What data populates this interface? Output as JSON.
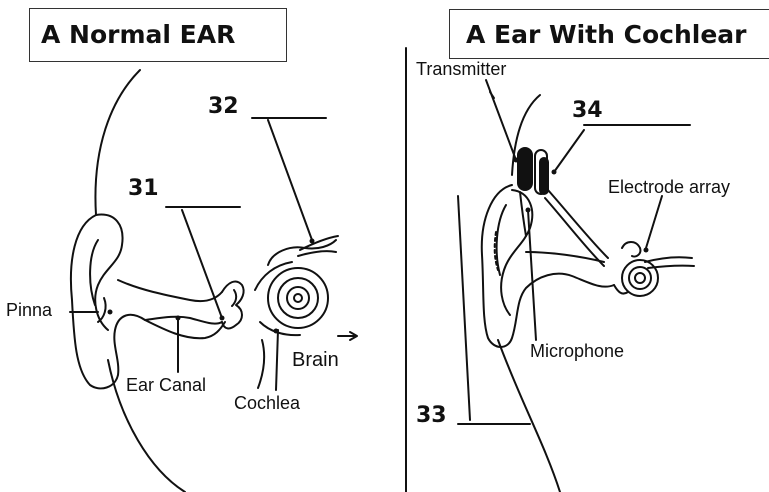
{
  "titles": {
    "left": "A Normal EAR",
    "right": "A Ear With Cochlear"
  },
  "numbers": {
    "n31": "31",
    "n32": "32",
    "n33": "33",
    "n34": "34"
  },
  "labels": {
    "pinna": "Pinna",
    "ear_canal": "Ear Canal",
    "cochlea": "Cochlea",
    "brain": "Brain",
    "transmitter": "Transmitter",
    "electrode_array": "Electrode array",
    "microphone": "Microphone"
  }
}
